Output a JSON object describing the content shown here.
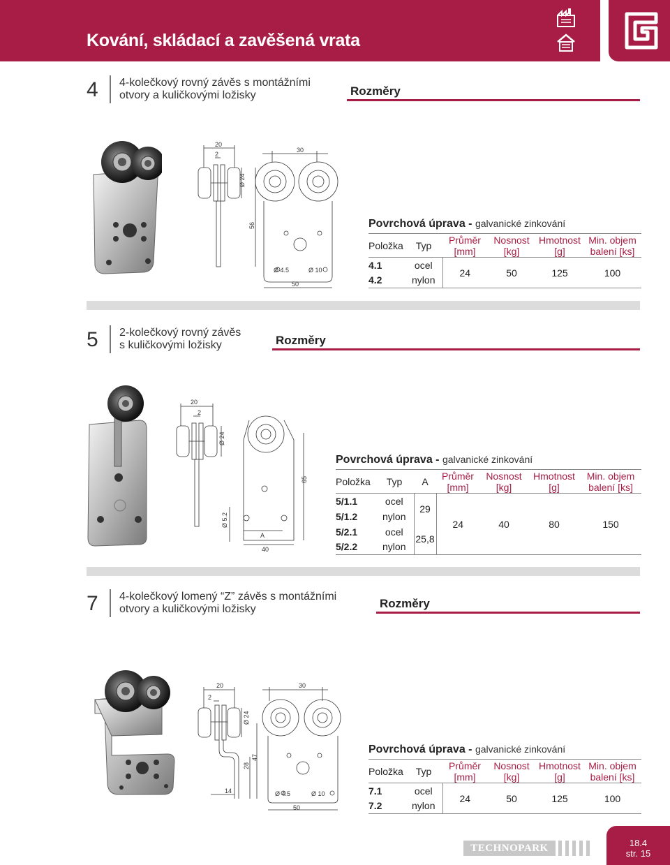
{
  "header": {
    "title": "Kování, skládací a zavěšená vrata"
  },
  "colors": {
    "brand": "#a81d45",
    "band": "#dcdcdc"
  },
  "icons": [
    "industrial-gate-icon",
    "garage-house-icon",
    "logo-g-icon"
  ],
  "sections": [
    {
      "number": "4",
      "title_line1": "4-kolečkový rovný závěs s montážními",
      "title_line2": "otvory a kuličkovými ložisky",
      "rozmery": "Rozměry",
      "surface_label": "Povrchová úprava -",
      "surface_value": "galvanické zinkování",
      "headers": {
        "polozka": "Položka",
        "typ": "Typ",
        "prumer": "Průměr",
        "prumer_unit": "[mm]",
        "nosnost": "Nosnost",
        "nosnost_unit": "[kg]",
        "hmotnost": "Hmotnost",
        "hmotnost_unit": "[g]",
        "minobj": "Min. objem",
        "minobj_unit": "balení [ks]"
      },
      "rows": [
        {
          "polozka": "4.1",
          "typ": "ocel"
        },
        {
          "polozka": "4.2",
          "typ": "nylon"
        }
      ],
      "shared": {
        "prumer": "24",
        "nosnost": "50",
        "hmotnost": "125",
        "minobj": "100"
      },
      "dims": {
        "d20": "20",
        "d2": "2",
        "d30": "30",
        "d24": "Ø 24",
        "d56": "56",
        "d45": "Ø 4.5",
        "d10": "Ø 10",
        "d50": "50"
      }
    },
    {
      "number": "5",
      "title_line1": "2-kolečkový rovný závěs",
      "title_line2": "s kuličkovými ložisky",
      "rozmery": "Rozměry",
      "surface_label": "Povrchová úprava -",
      "surface_value": "galvanické zinkování",
      "headers": {
        "polozka": "Položka",
        "typ": "Typ",
        "a": "A",
        "prumer": "Průměr",
        "prumer_unit": "[mm]",
        "nosnost": "Nosnost",
        "nosnost_unit": "[kg]",
        "hmotnost": "Hmotnost",
        "hmotnost_unit": "[g]",
        "minobj": "Min. objem",
        "minobj_unit": "balení [ks]"
      },
      "rows": [
        {
          "polozka": "5/1.1",
          "typ": "ocel"
        },
        {
          "polozka": "5/1.2",
          "typ": "nylon"
        },
        {
          "polozka": "5/2.1",
          "typ": "ocel"
        },
        {
          "polozka": "5/2.2",
          "typ": "nylon"
        }
      ],
      "a_values": [
        "29",
        "25,8"
      ],
      "shared": {
        "prumer": "24",
        "nosnost": "40",
        "hmotnost": "80",
        "minobj": "150"
      },
      "dims": {
        "d20": "20",
        "d2": "2",
        "d24": "Ø 24",
        "d65": "65",
        "d52": "Ø 5.2",
        "da": "A",
        "d40": "40"
      }
    },
    {
      "number": "7",
      "title_line1": "4-kolečkový lomený “Z” závěs s montážními",
      "title_line2": "otvory a kuličkovými ložisky",
      "rozmery": "Rozměry",
      "surface_label": "Povrchová úprava -",
      "surface_value": "galvanické zinkování",
      "headers": {
        "polozka": "Položka",
        "typ": "Typ",
        "prumer": "Průměr",
        "prumer_unit": "[mm]",
        "nosnost": "Nosnost",
        "nosnost_unit": "[kg]",
        "hmotnost": "Hmotnost",
        "hmotnost_unit": "[g]",
        "minobj": "Min. objem",
        "minobj_unit": "balení [ks]"
      },
      "rows": [
        {
          "polozka": "7.1",
          "typ": "ocel"
        },
        {
          "polozka": "7.2",
          "typ": "nylon"
        }
      ],
      "shared": {
        "prumer": "24",
        "nosnost": "50",
        "hmotnost": "125",
        "minobj": "100"
      },
      "dims": {
        "d20": "20",
        "d2": "2",
        "d30": "30",
        "d24": "Ø 24",
        "d47": "47",
        "d28": "28",
        "d14": "14",
        "d45": "Ø 4.5",
        "d10": "Ø 10",
        "d50": "50"
      }
    }
  ],
  "footer": {
    "logo": "TECHNOPARK",
    "page_ref": "18.4",
    "page_num": "str. 15"
  }
}
